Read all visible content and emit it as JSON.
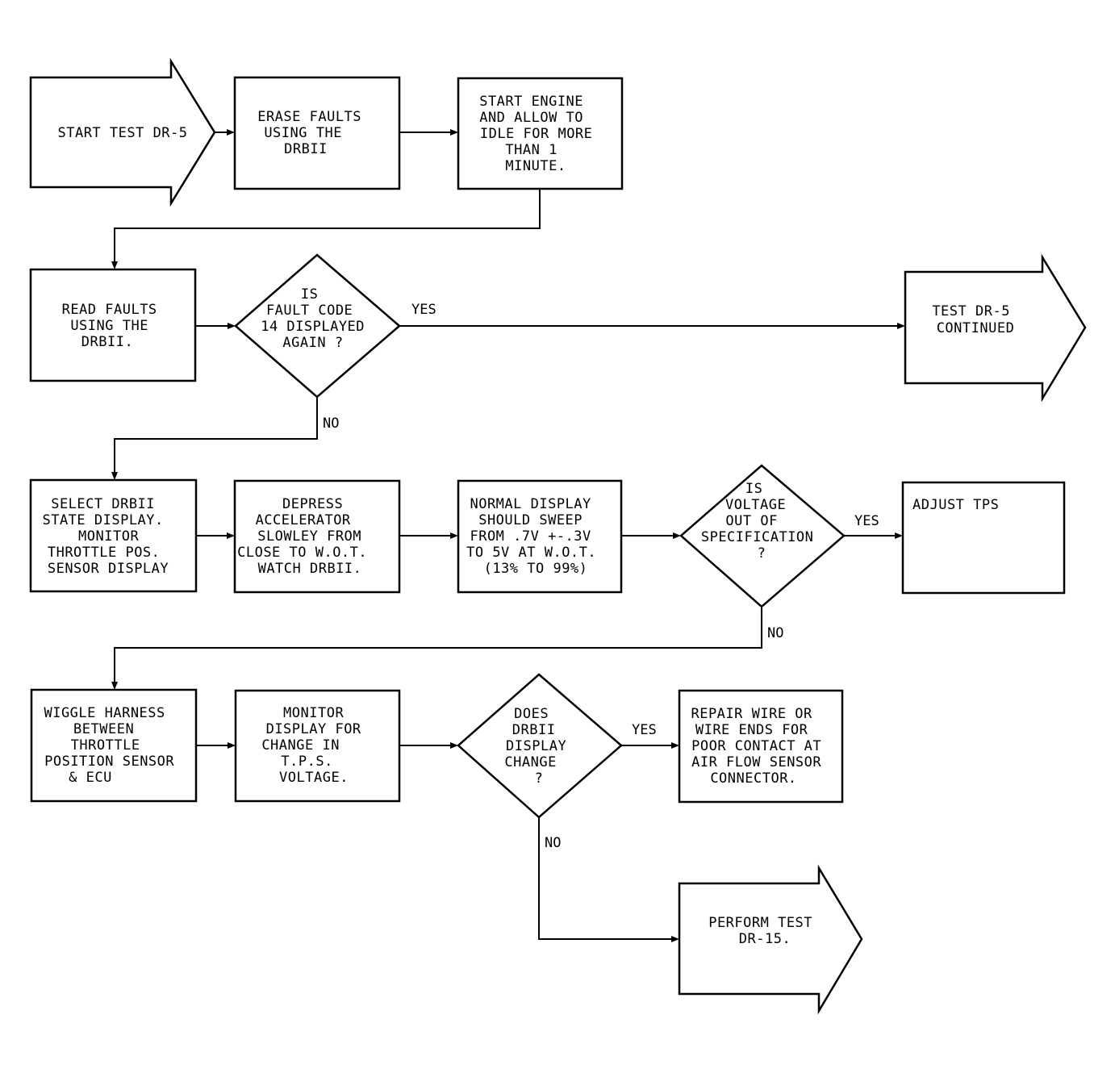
{
  "nodes": {
    "start": [
      "START TEST DR-5"
    ],
    "erase": [
      "ERASE FAULTS",
      "USING THE",
      "DRBII"
    ],
    "idle": [
      "START ENGINE",
      "AND ALLOW TO",
      "IDLE FOR MORE",
      "THAN 1",
      "MINUTE."
    ],
    "read": [
      "READ FAULTS",
      "USING THE",
      "DRBII."
    ],
    "dec14": [
      "IS",
      "FAULT CODE",
      "14 DISPLAYED",
      "AGAIN ?"
    ],
    "continued": [
      "TEST DR-5",
      "CONTINUED"
    ],
    "select": [
      "SELECT DRBII",
      "STATE DISPLAY.",
      "MONITOR",
      "THROTTLE POS.",
      "SENSOR DISPLAY"
    ],
    "depress": [
      "DEPRESS",
      "ACCELERATOR",
      "SLOWLEY FROM",
      "CLOSE TO W.O.T.",
      "WATCH DRBII."
    ],
    "normal": [
      "NORMAL DISPLAY",
      "SHOULD SWEEP",
      "FROM .7V +-.3V",
      "TO 5V AT W.O.T.",
      "(13% TO 99%)"
    ],
    "decVolt": [
      "IS",
      "VOLTAGE",
      "OUT OF",
      "SPECIFICATION",
      "?"
    ],
    "adjust": [
      "ADJUST TPS"
    ],
    "wiggle": [
      "WIGGLE HARNESS",
      "BETWEEN",
      "THROTTLE",
      "POSITION SENSOR",
      "& ECU"
    ],
    "monitor": [
      "MONITOR",
      "DISPLAY FOR",
      "CHANGE IN",
      "T.P.S.",
      "VOLTAGE."
    ],
    "decDisplay": [
      "DOES",
      "DRBII",
      "DISPLAY",
      "CHANGE",
      "?"
    ],
    "repair": [
      "REPAIR WIRE OR",
      "WIRE ENDS FOR",
      "POOR CONTACT AT",
      "AIR FLOW SENSOR",
      "CONNECTOR."
    ],
    "perform": [
      "PERFORM TEST",
      "DR-15."
    ]
  },
  "edges": {
    "yes1": "YES",
    "no1": "NO",
    "yes2": "YES",
    "no2": "NO",
    "yes3": "YES",
    "no3": "NO"
  }
}
